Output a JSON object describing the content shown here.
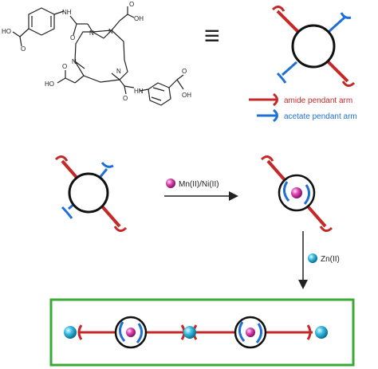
{
  "structure": {
    "atoms": {
      "n": "N",
      "o": "O",
      "oh": "OH",
      "ho": "HO",
      "nh": "NH",
      "hn": "HN"
    },
    "equivalent_symbol": "≡"
  },
  "legend": {
    "amide": "amide pendant arm",
    "acetate": "acetate pendant arm"
  },
  "steps": {
    "metal_label": "Mn(II)/Ni(II)",
    "zinc_label": "Zn(II)"
  },
  "colors": {
    "amide_arm": "#c62828",
    "acetate_arm": "#1e6fd6",
    "metal_sphere": "#d81b9a",
    "zinc_sphere": "#1fb0d8",
    "frame": "#3aa935"
  }
}
